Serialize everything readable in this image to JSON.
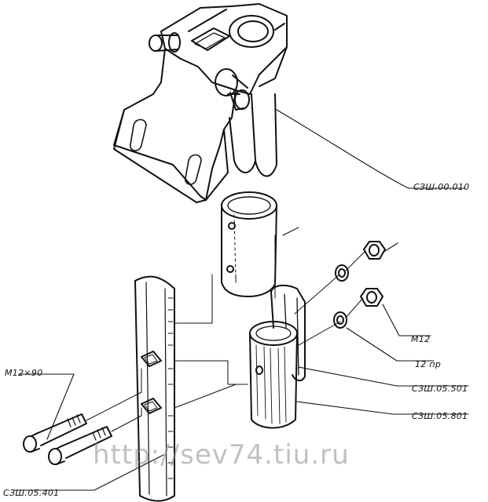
{
  "labels": {
    "housing": "СЗШ.00.010",
    "nut": "М12",
    "washer": "12 пр",
    "inner_sleeve": "СЗШ.05.501",
    "outer_sleeve": "СЗШ.05.801",
    "bolt": "М12×90",
    "bracket": "СЗШ.05.401"
  },
  "watermark": "http://sev74.tiu.ru",
  "colors": {
    "ink": "#111111",
    "paper": "#ffffff"
  }
}
